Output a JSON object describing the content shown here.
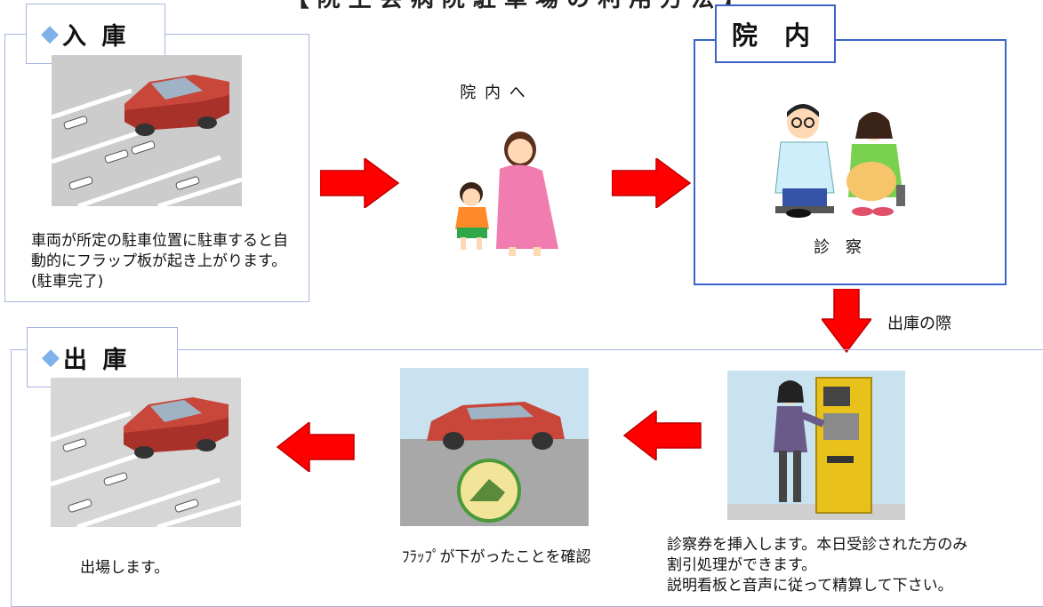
{
  "header_partial": "【 院 生 会 病 院 駐 車 場 の 利 用 方 法 】",
  "entry": {
    "tab_label": "入 庫",
    "description": "車両が所定の駐車位置に駐車すると自動的にフラップ板が起き上がります。(駐車完了)"
  },
  "to_hospital": {
    "label": "院 内 へ"
  },
  "inside": {
    "tab_label": "院 内",
    "caption": "診 察"
  },
  "on_exit": {
    "label": "出庫の際"
  },
  "exit": {
    "tab_label": "出 庫",
    "step_leave": "出場します。",
    "step_flap": "ﾌﾗｯﾌﾟが下がったことを確認",
    "step_pay_line1": "診察券を挿入します。本日受診された方のみ",
    "step_pay_line2": "割引処理ができます。",
    "step_pay_line3": "説明看板と音声に従って精算して下さい。"
  },
  "colors": {
    "arrow": "#ff0000",
    "frame": "#aab4e0",
    "frame_blue": "#3a64c8",
    "tab_diamond": "#7fb2ea"
  }
}
